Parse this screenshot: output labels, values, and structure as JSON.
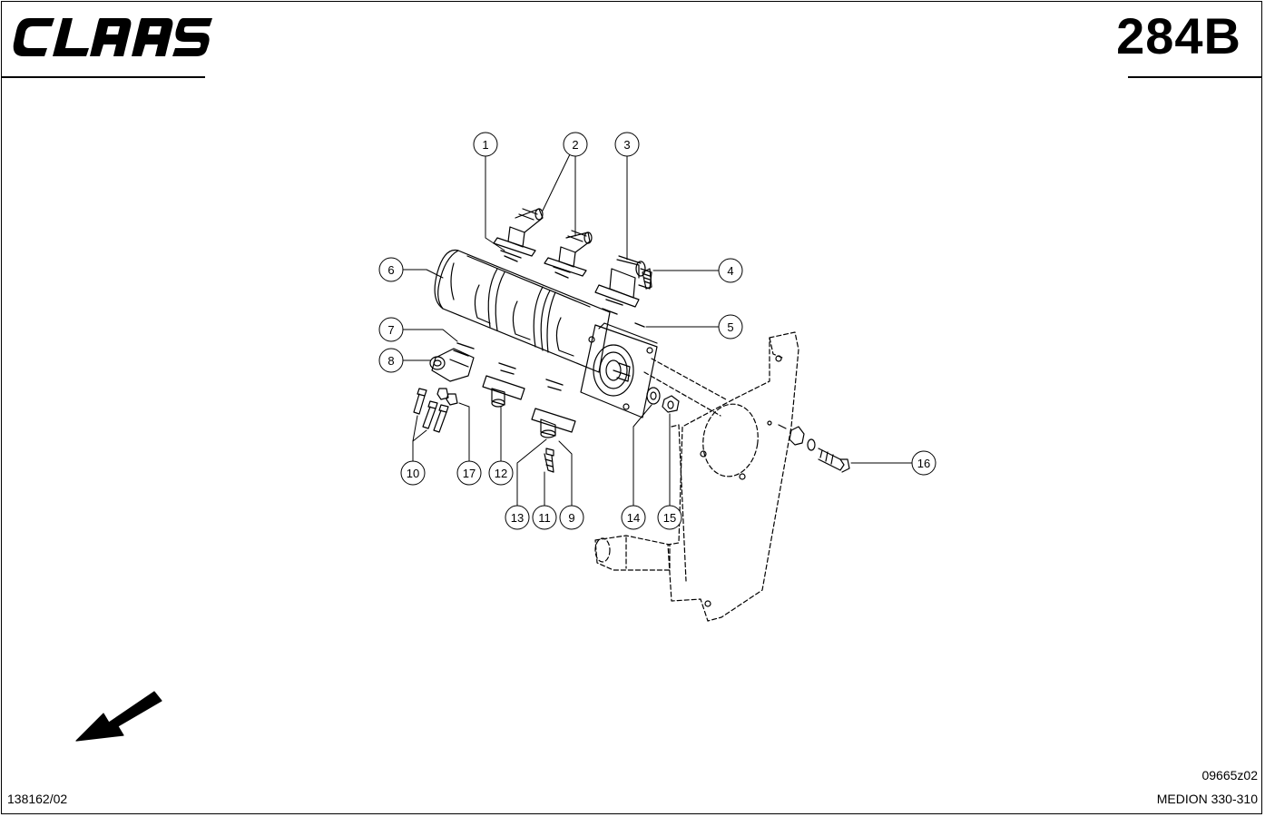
{
  "header": {
    "brand": "CLAAS",
    "page_number": "284B"
  },
  "footer": {
    "document_number": "138162/02",
    "drawing_code": "09665z02",
    "model": "MEDION 330-310"
  },
  "parts": [
    {
      "label": "1"
    },
    {
      "label": "2"
    },
    {
      "label": "3"
    },
    {
      "label": "4"
    },
    {
      "label": "5"
    },
    {
      "label": "6"
    },
    {
      "label": "7"
    },
    {
      "label": "8"
    },
    {
      "label": "9"
    },
    {
      "label": "10"
    },
    {
      "label": "11"
    },
    {
      "label": "12"
    },
    {
      "label": "13"
    },
    {
      "label": "14"
    },
    {
      "label": "15"
    },
    {
      "label": "16"
    },
    {
      "label": "17"
    }
  ],
  "icons": {
    "direction_arrow": "arrow-down-left-icon"
  }
}
